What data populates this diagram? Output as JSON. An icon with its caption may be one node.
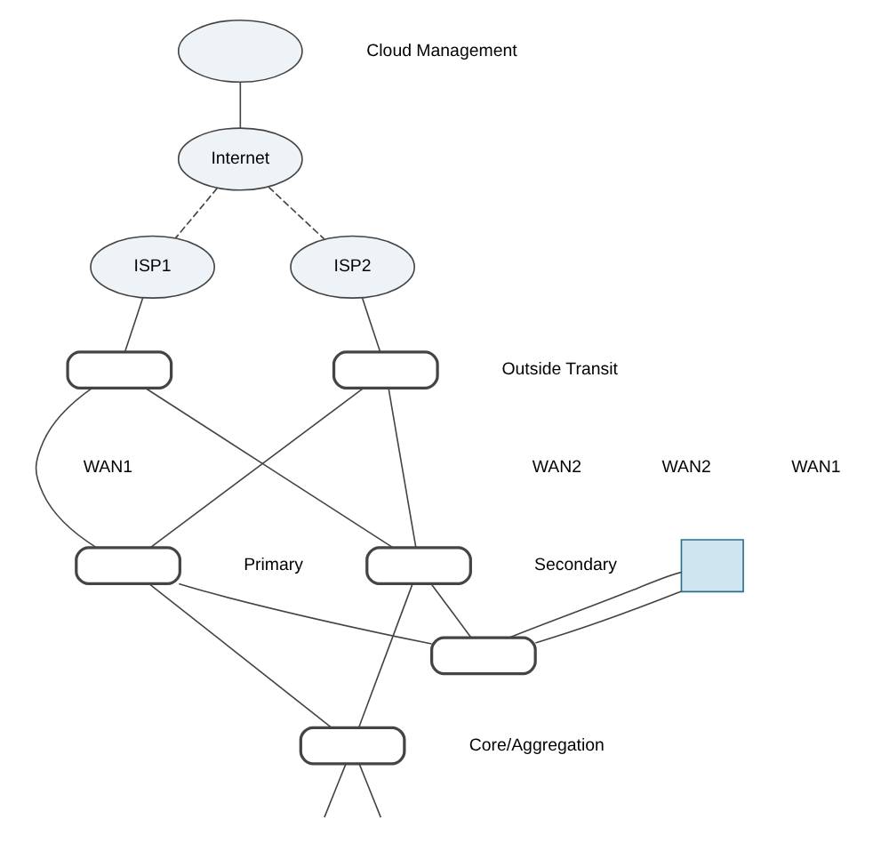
{
  "diagram": {
    "nodes": [
      {
        "text": [],
        "shape": "cloud",
        "beside": [
          "Cloud Management"
        ]
      },
      {
        "text": [
          "Internet"
        ]
      },
      {
        "text": [
          "ISP1"
        ]
      },
      {
        "text": [
          "ISP2"
        ]
      },
      {
        "text": [],
        "shape": "box"
      },
      {
        "text": [],
        "shape": "box"
      },
      {
        "text": [],
        "shape": "box",
        "beside": [
          "Primary"
        ]
      },
      {
        "text": [],
        "shape": "box",
        "beside": [
          "Secondary"
        ]
      },
      {
        "text": [],
        "shape": "firewall"
      },
      {
        "text": [],
        "shape": "box"
      },
      {
        "text": [],
        "shape": "box",
        "beside": [
          "Core/Aggregation"
        ]
      }
    ],
    "edges": [
      {
        "from": 0,
        "to": 1,
        "arrow": "none"
      },
      {
        "from": 1,
        "to": 2,
        "arrow": "none",
        "style": "dashed"
      },
      {
        "from": 1,
        "to": 3,
        "arrow": "none",
        "style": "dashed"
      },
      {
        "from": 2,
        "to": 4,
        "arrow": "none"
      },
      {
        "from": 3,
        "to": 5,
        "arrow": "none"
      },
      {
        "from": 4,
        "to": 6,
        "arrow": "none"
      },
      {
        "from": 4,
        "to": 7,
        "arrow": "none"
      },
      {
        "from": 5,
        "to": 6,
        "arrow": "none"
      },
      {
        "from": 5,
        "to": 7,
        "arrow": "none"
      },
      {
        "from": 8,
        "to": 9,
        "arrow": "none"
      },
      {
        "from": 8,
        "to": 9,
        "arrow": "none"
      },
      {
        "from": 6,
        "to": 9,
        "arrow": "none"
      },
      {
        "from": 6,
        "to": 10,
        "arrow": "none"
      },
      {
        "from": 7,
        "to": 9,
        "arrow": "none"
      },
      {
        "from": 7,
        "to": 10,
        "arrow": "none"
      },
      {
        "from": 10,
        "to": null,
        "arrow": "none"
      },
      {
        "from": 10,
        "to": null,
        "arrow": "none"
      }
    ],
    "labels": [
      "Outside Transit",
      "WAN1",
      "WAN2",
      "WAN1",
      "WAN2"
    ]
  }
}
